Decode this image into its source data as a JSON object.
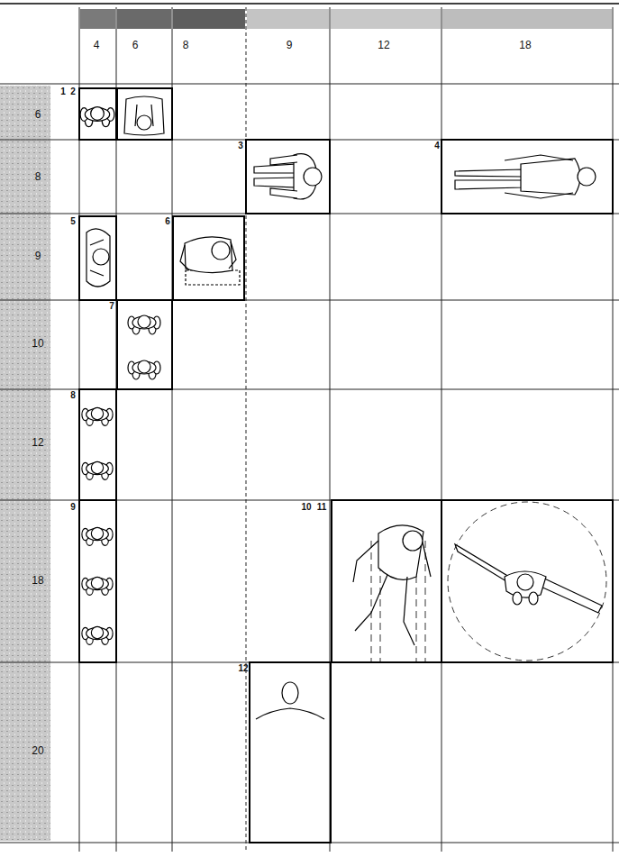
{
  "diagram": {
    "labels": [
      "4",
      "6",
      "8",
      "9",
      "12",
      "18",
      "6",
      "8",
      "9",
      "10",
      "12",
      "18",
      "20",
      "1",
      "2",
      "3",
      "4",
      "5",
      "6",
      "7",
      "8",
      "9",
      "10",
      "11",
      "12"
    ]
  }
}
